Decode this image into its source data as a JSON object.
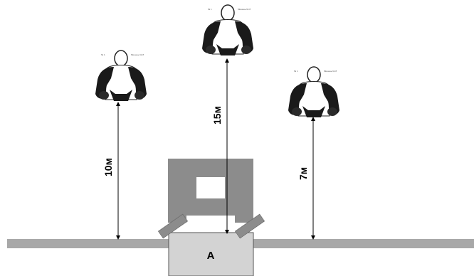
{
  "targets": [
    {
      "id": "left",
      "distance_label": "10м",
      "tag_left": "№ 1",
      "tag_right": "Мишень № 8"
    },
    {
      "id": "center",
      "distance_label": "15м",
      "tag_left": "№ 1",
      "tag_right": "Мишень № 8"
    },
    {
      "id": "right",
      "distance_label": "7м",
      "tag_left": "№ 1",
      "tag_right": "Мишень № 8"
    }
  ],
  "position": {
    "label": "А"
  },
  "colors": {
    "ground": "#a8a8a8",
    "structure_dark": "#8c8c8c",
    "structure_light": "#d3d3d3",
    "silhouette": "#1a1a1a",
    "arrow": "#000000"
  }
}
